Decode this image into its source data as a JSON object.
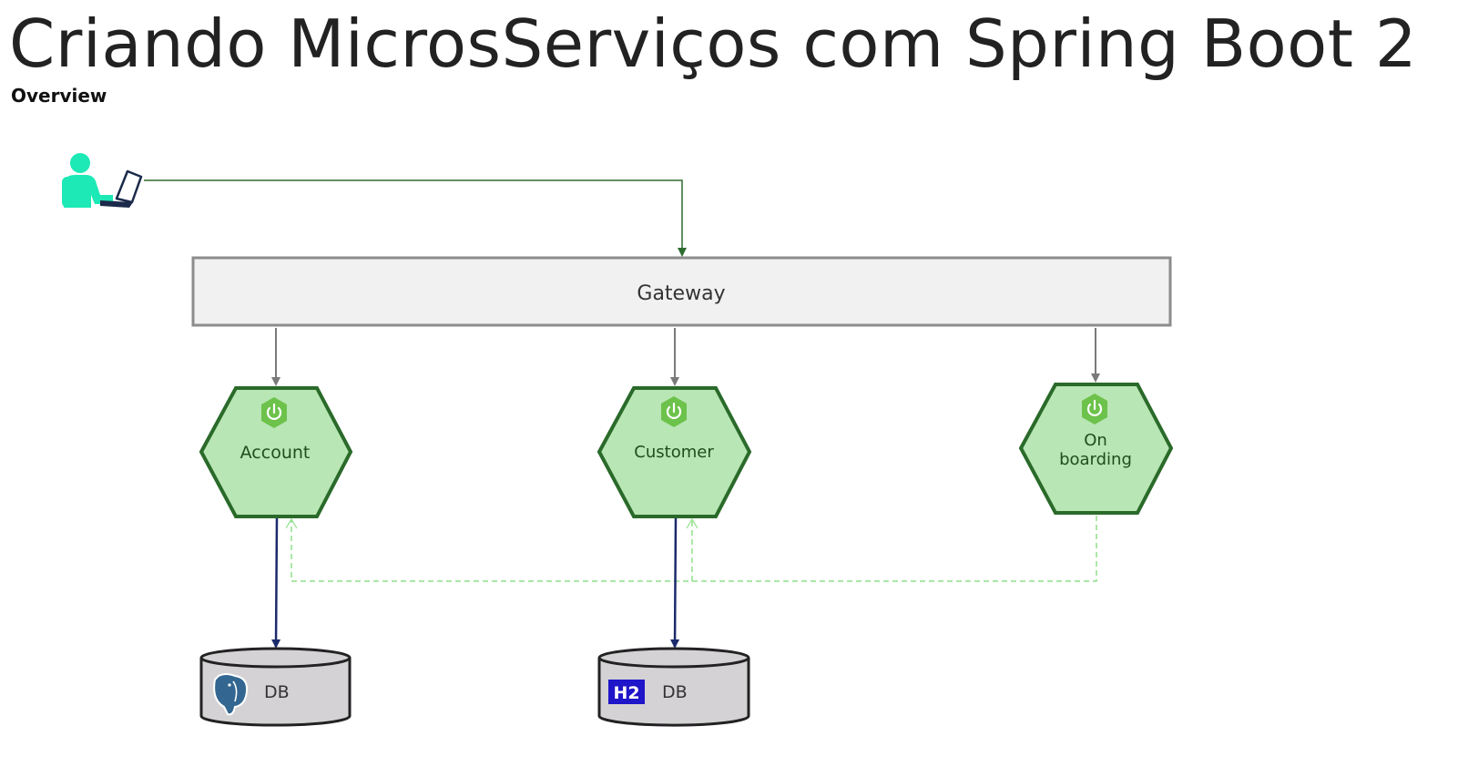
{
  "title": "Criando MicrosServiços com Spring Boot 2",
  "subtitle": "Overview",
  "diagram": {
    "user": {
      "icon": "user-laptop-icon"
    },
    "gateway": {
      "label": "Gateway"
    },
    "services": [
      {
        "id": "account",
        "label": "Account",
        "icon": "spring-power-icon"
      },
      {
        "id": "customer",
        "label": "Customer",
        "icon": "spring-power-icon"
      },
      {
        "id": "onboarding",
        "label_line1": "On",
        "label_line2": "boarding",
        "icon": "spring-power-icon"
      }
    ],
    "databases": [
      {
        "id": "account-db",
        "label": "DB",
        "icon": "postgresql-elephant-icon"
      },
      {
        "id": "customer-db",
        "label": "DB",
        "icon": "h2-database-icon",
        "icon_text": "H2"
      }
    ],
    "edges": [
      {
        "from": "user",
        "to": "gateway",
        "style": "solid"
      },
      {
        "from": "gateway",
        "to": "account",
        "style": "solid"
      },
      {
        "from": "gateway",
        "to": "customer",
        "style": "solid"
      },
      {
        "from": "gateway",
        "to": "onboarding",
        "style": "solid"
      },
      {
        "from": "account",
        "to": "account-db",
        "style": "solid"
      },
      {
        "from": "customer",
        "to": "customer-db",
        "style": "solid"
      },
      {
        "from": "onboarding",
        "to": "account",
        "style": "dashed"
      },
      {
        "from": "onboarding",
        "to": "customer",
        "style": "dashed"
      }
    ],
    "colors": {
      "hex_fill": "#b8e6b4",
      "hex_stroke": "#2a6a2a",
      "spring_green": "#6cc24a",
      "gateway_fill": "#f1f1f1",
      "gateway_stroke": "#8c8c8c",
      "user_green": "#1de9b6",
      "db_fill": "#d4d2d4",
      "db_arrow": "#1b2a6b",
      "dashed_line": "#8fe08a",
      "h2_badge": "#1f15c9",
      "gateway_arrow": "#7a7a7a",
      "user_arrow": "#2e6b2e"
    }
  }
}
